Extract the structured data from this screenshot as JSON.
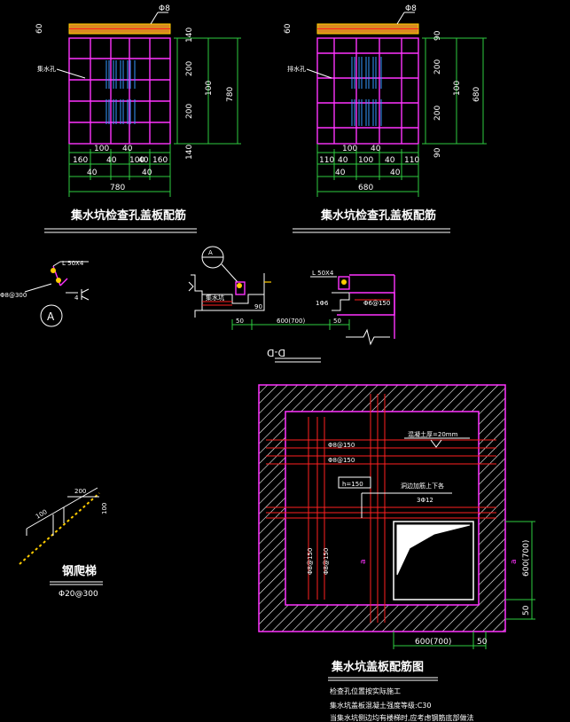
{
  "panel1": {
    "bar_label": "Φ8",
    "hole_label": "集水孔",
    "left_dims": [
      "60"
    ],
    "right_dims": [
      "140",
      "200",
      "100",
      "200",
      "140"
    ],
    "total_height": "780",
    "bottom_dims_top": [
      "100",
      "40"
    ],
    "bottom_dims_mid": [
      "160",
      "40",
      "100",
      "40",
      "160"
    ],
    "bottom_dims_low": [
      "40",
      "40"
    ],
    "total_width": "780",
    "title": "集水坑检查孔盖板配筋"
  },
  "panel2": {
    "bar_label": "Φ8",
    "hole_label": "排水孔",
    "left_dims": [
      "60"
    ],
    "right_dims": [
      "90",
      "200",
      "100",
      "200",
      "90"
    ],
    "total_height": "680",
    "bottom_dims_top": [
      "100",
      "40"
    ],
    "bottom_dims_mid": [
      "110",
      "40",
      "100",
      "40",
      "110"
    ],
    "bottom_dims_low": [
      "40",
      "40"
    ],
    "total_width": "680",
    "title": "集水坑检查孔盖板配筋"
  },
  "detailA": {
    "angle_label": "L 50X4",
    "rebar_label": "Φ8@300",
    "marker": "A",
    "weld_mark": "4"
  },
  "sectionDD": {
    "marker_letter": "A",
    "angle_label": "L 50X4",
    "slab_label": "集水坑",
    "dim_90": "90",
    "dim_50_left": "50",
    "dim_600": "600(700)",
    "dim_50_right": "50",
    "note_106": "1Φ6",
    "note_bar": "Φ6@150",
    "title": "D-D"
  },
  "ladder": {
    "dim_200": "200",
    "dim_100a": "100",
    "dim_100b": "100",
    "title": "钢爬梯",
    "spec": "Φ20@300"
  },
  "plan": {
    "cover_note": "混凝土厚=20mm",
    "bar1": "Φ8@150",
    "bar2": "Φ8@150",
    "h_label": "h=150",
    "top_bar_note": "洞边加筋上下各",
    "top_bar_spec": "3Φ12",
    "vbar1": "Φ8@150",
    "vbar2": "Φ8@150",
    "cut_left": "a",
    "cut_right": "a",
    "right_dim": "600(700)",
    "right_dim2": "50",
    "bottom_dim": "600(700)",
    "bottom_dim2": "50",
    "title": "集水坑盖板配筋图",
    "notes": [
      "检查孔位置按实际施工",
      "集水坑盖板混凝土强度等级:C30",
      "当集水坑侧边均有楼梯时,应考虑钢筋底部做法"
    ]
  }
}
